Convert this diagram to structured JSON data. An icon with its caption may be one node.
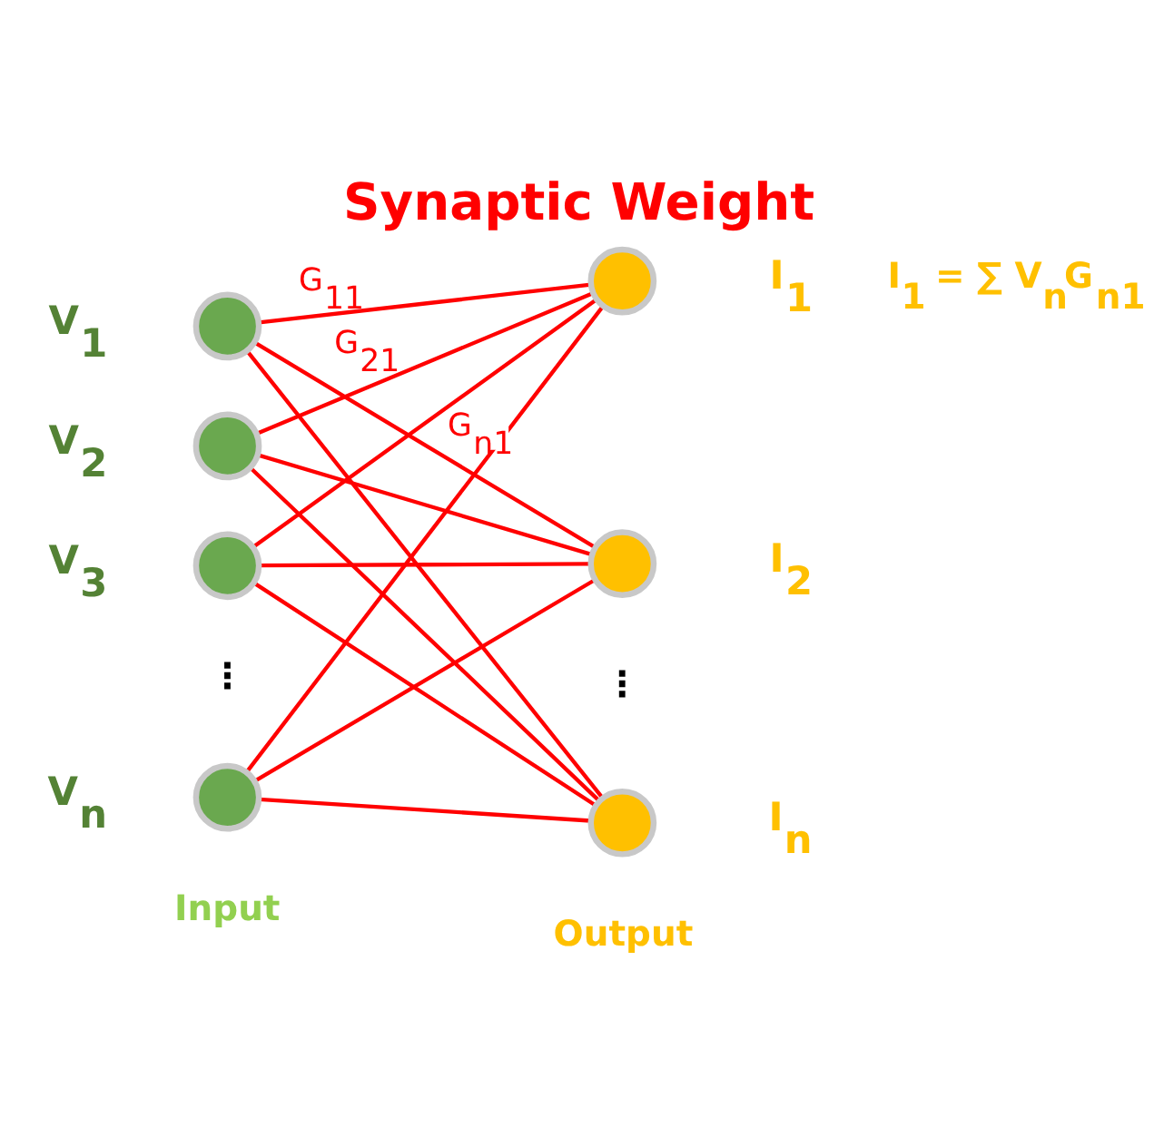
{
  "diagram": {
    "title": "Synaptic Weight",
    "nodes": [
      {
        "text": [],
        "shape": "circle",
        "beside": [
          "V$_{1}$"
        ]
      },
      {
        "text": [],
        "shape": "circle",
        "beside": [
          "V$_{2}$"
        ]
      },
      {
        "text": [],
        "shape": "circle",
        "beside": [
          "V$_{3}$"
        ]
      },
      {
        "text": [],
        "shape": "circle",
        "beside": [
          "V$_{n}$"
        ]
      },
      {
        "text": [],
        "shape": "circle",
        "beside": [
          "I$_{1}$"
        ]
      },
      {
        "text": [],
        "shape": "circle",
        "beside": [
          "I$_{2}$"
        ]
      },
      {
        "text": [],
        "shape": "circle",
        "beside": [
          "I$_{n}$"
        ]
      }
    ],
    "edges": [
      {
        "from": 0,
        "to": 4,
        "arrow": "none",
        "label": "G$_{11}$"
      },
      {
        "from": 0,
        "to": 5,
        "arrow": "none"
      },
      {
        "from": 0,
        "to": 6,
        "arrow": "none"
      },
      {
        "from": 1,
        "to": 4,
        "arrow": "none",
        "label": "G$_{21}$"
      },
      {
        "from": 1,
        "to": 5,
        "arrow": "none"
      },
      {
        "from": 1,
        "to": 6,
        "arrow": "none"
      },
      {
        "from": 2,
        "to": 4,
        "arrow": "none"
      },
      {
        "from": 2,
        "to": 5,
        "arrow": "none"
      },
      {
        "from": 2,
        "to": 6,
        "arrow": "none"
      },
      {
        "from": 3,
        "to": 4,
        "arrow": "none",
        "label": "G$_{n1}$"
      },
      {
        "from": 3,
        "to": 5,
        "arrow": "none"
      },
      {
        "from": 3,
        "to": 6,
        "arrow": "none"
      }
    ],
    "labels": [
      "I$_{1}$ = ∑ V$_{n}$G$_{n1}$",
      "⋮",
      "⋮",
      "Input",
      "Output"
    ]
  }
}
